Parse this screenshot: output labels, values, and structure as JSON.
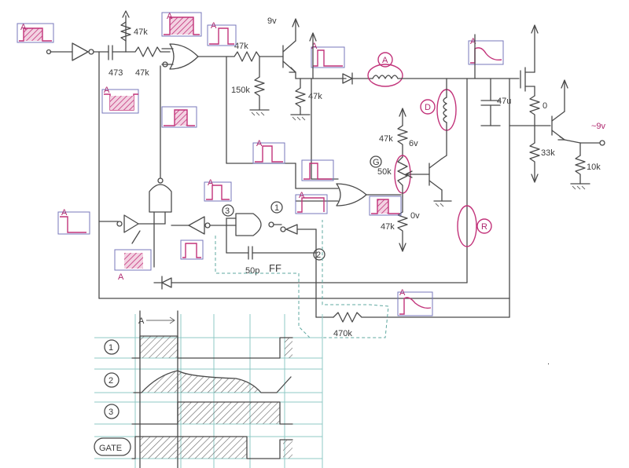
{
  "colors": {
    "ink": "#4a4a4a",
    "accent": "#c2337a",
    "grid": "#8fc9c4",
    "background": "#ffffff"
  },
  "labels": {
    "pulse_a": "A",
    "r_47k": "47k",
    "r_47k_b": "47k",
    "r_47k_c": "47k",
    "r_47k_emitter": "47k",
    "r_47k_pot_top": "47k",
    "r_47k_pot_bottom": "47k",
    "r_150k": "150k",
    "r_33k": "33k",
    "r_10k": "10k",
    "r_470k": "470k",
    "c_473": "473",
    "c_47u": "47u",
    "c_50p": "50p",
    "pot_50k": "50k",
    "volt_9v": "9v",
    "volt_6v": "6v",
    "volt_0v": "0v",
    "volt_0_out": "0",
    "volt_out": "~9v",
    "ff_label": "FF",
    "node_1": "1",
    "node_2": "2",
    "node_3": "3",
    "circle_a": "A",
    "circle_d": "D",
    "circle_g": "G",
    "circle_r": "R",
    "timing_header": "A",
    "timing_row_1": "1",
    "timing_row_2": "2",
    "timing_row_3": "3",
    "timing_row_gate": "GATE"
  }
}
